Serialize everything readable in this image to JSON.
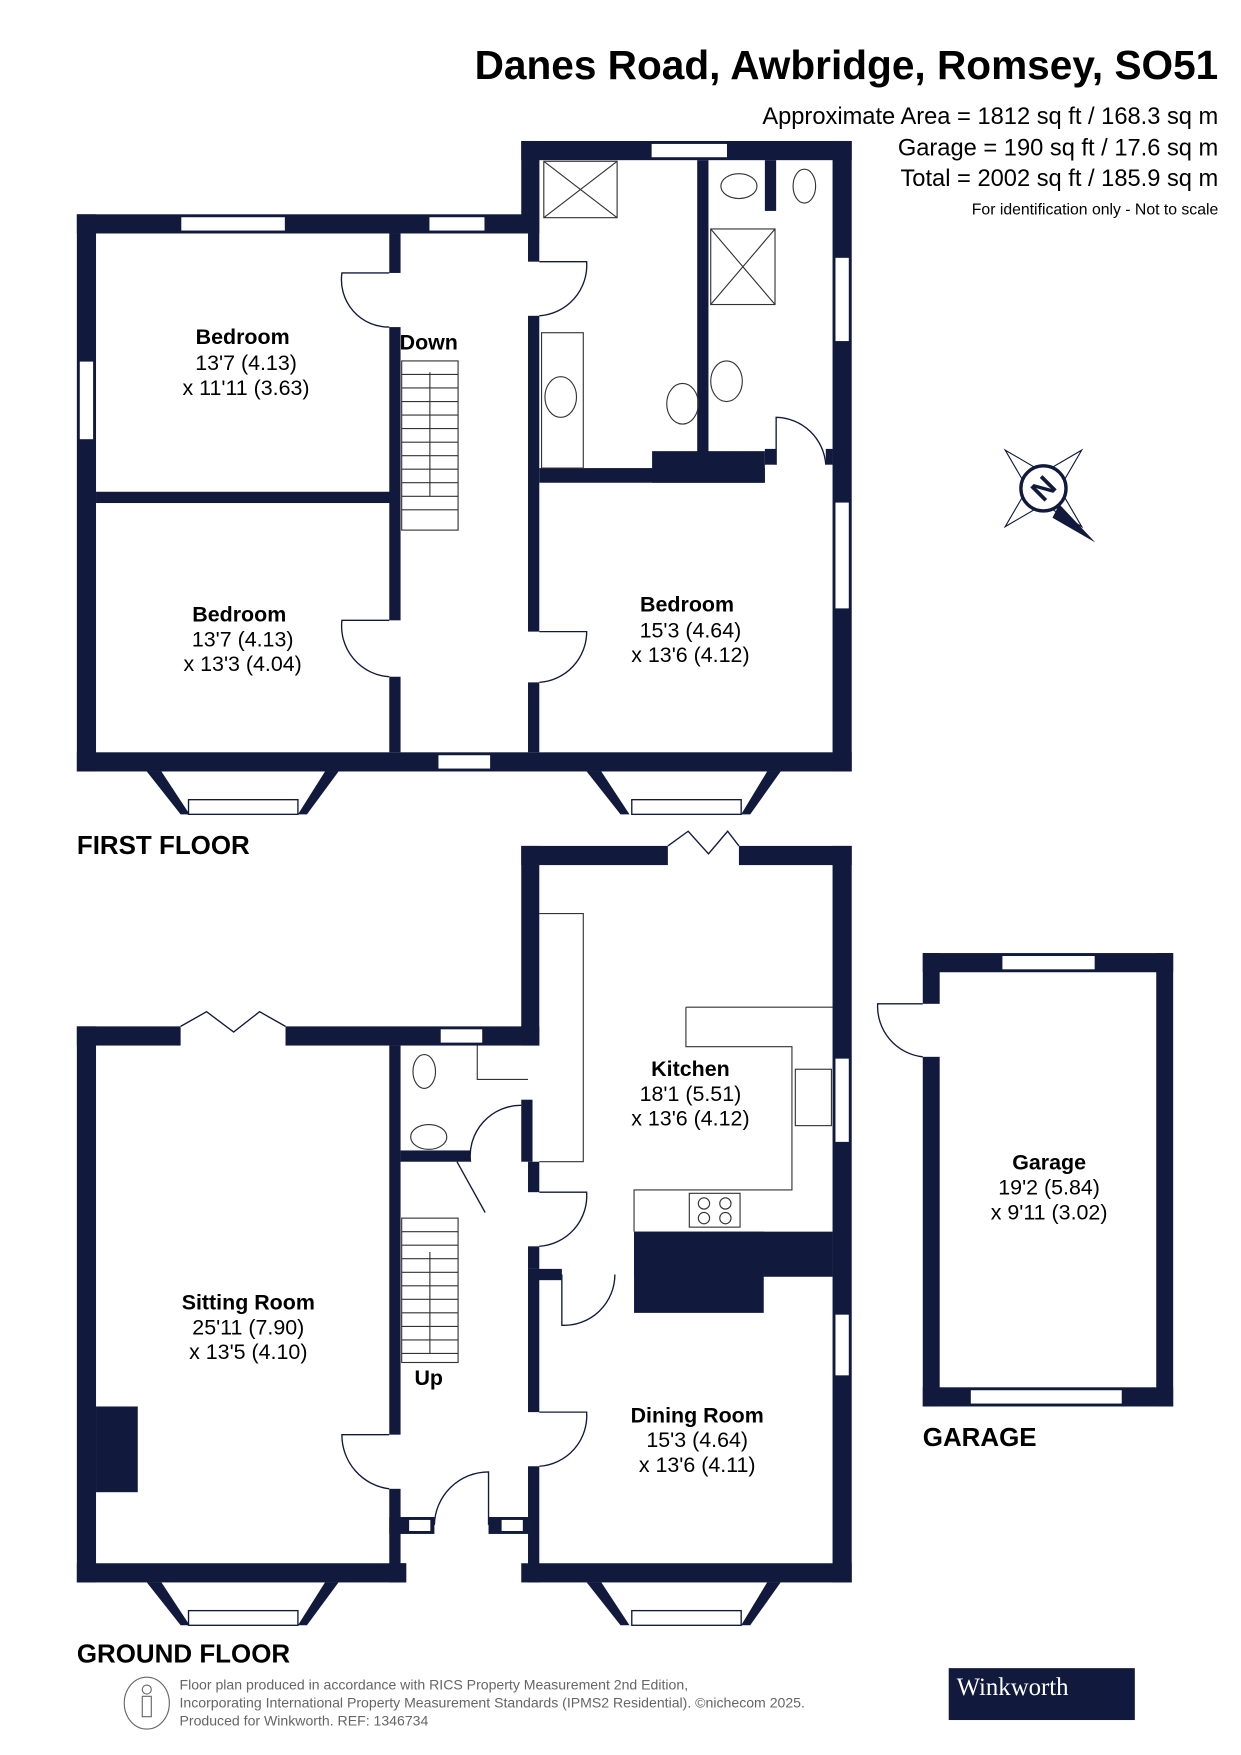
{
  "header": {
    "title": "Danes Road, Awbridge, Romsey, SO51",
    "area": "Approximate Area = 1812 sq ft / 168.3 sq m",
    "garage_area": "Garage = 190 sq ft / 17.6 sq m",
    "total": "Total = 2002 sq ft / 185.9 sq m",
    "disclaimer": "For identification only - Not to scale"
  },
  "first_floor": {
    "label": "FIRST FLOOR",
    "stairs_label": "Down",
    "rooms": [
      {
        "name": "Bedroom",
        "dim1": "13'7 (4.13)",
        "dim2": "x 11'11 (3.63)"
      },
      {
        "name": "Bedroom",
        "dim1": "13'7 (4.13)",
        "dim2": "x 13'3 (4.04)"
      },
      {
        "name": "Bedroom",
        "dim1": "15'3 (4.64)",
        "dim2": "x 13'6 (4.12)"
      }
    ]
  },
  "ground_floor": {
    "label": "GROUND FLOOR",
    "stairs_label": "Up",
    "rooms": [
      {
        "name": "Sitting Room",
        "dim1": "25'11 (7.90)",
        "dim2": "x 13'5 (4.10)"
      },
      {
        "name": "Kitchen",
        "dim1": "18'1 (5.51)",
        "dim2": "x 13'6 (4.12)"
      },
      {
        "name": "Dining Room",
        "dim1": "15'3 (4.64)",
        "dim2": "x 13'6 (4.11)"
      }
    ]
  },
  "garage": {
    "label": "GARAGE",
    "room": {
      "name": "Garage",
      "dim1": "19'2 (5.84)",
      "dim2": "x 9'11 (3.02)"
    }
  },
  "compass": {
    "letter": "N"
  },
  "footer": {
    "line1": "Floor plan produced in accordance with RICS Property Measurement 2nd Edition,",
    "line2": "Incorporating International Property Measurement Standards (IPMS2 Residential).   ©nichecom 2025.",
    "line3": "Produced for Winkworth.   REF: 1346734",
    "brand": "Winkworth"
  },
  "colors": {
    "wall": "#111a3d",
    "brand_bg": "#111a3d"
  }
}
